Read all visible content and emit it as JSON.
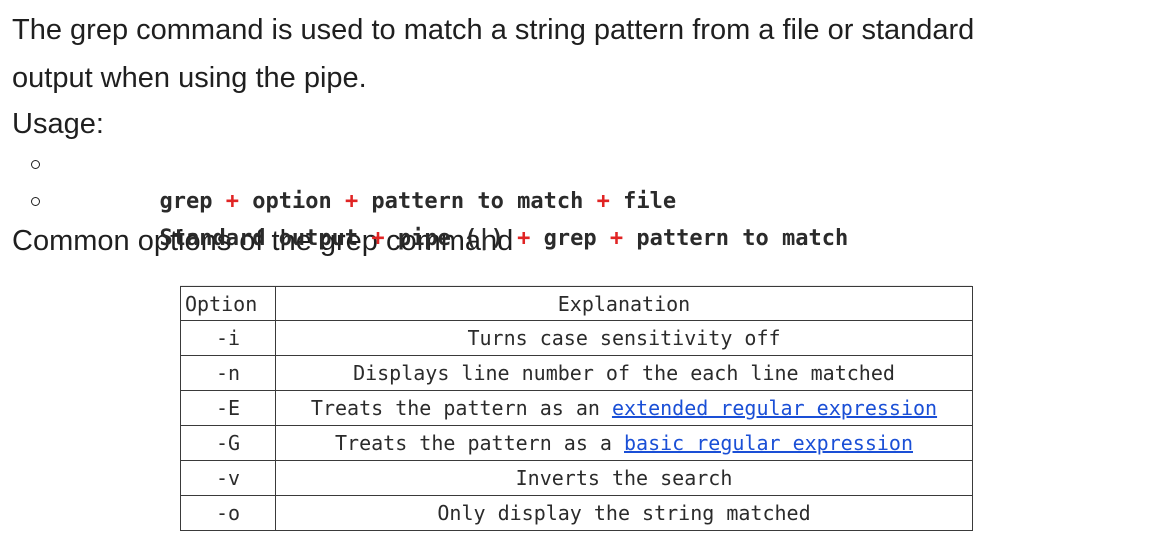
{
  "intro": {
    "line1": "The grep command is used to match a string pattern from a file or standard",
    "line2": "output when using the pipe."
  },
  "usage_label": "Usage:",
  "usage_items": [
    {
      "parts": [
        "grep ",
        "+",
        " option ",
        "+",
        " pattern to match ",
        "+",
        " file"
      ]
    },
    {
      "parts": [
        "Standard output ",
        "+",
        " pipe (|) ",
        "+",
        " grep ",
        "+",
        " pattern to match"
      ]
    }
  ],
  "section_heading": "Common options of the grep command",
  "table": {
    "headers": [
      "Option",
      "Explanation"
    ],
    "rows": [
      {
        "option": "-i",
        "pre": "Turns case sensitivity off",
        "link": "",
        "post": ""
      },
      {
        "option": "-n",
        "pre": "Displays line number of the each line matched",
        "link": "",
        "post": ""
      },
      {
        "option": "-E",
        "pre": "Treats the pattern as an ",
        "link": "extended regular expression",
        "post": ""
      },
      {
        "option": "-G",
        "pre": "Treats the pattern as a ",
        "link": "basic regular expression",
        "post": ""
      },
      {
        "option": "-v",
        "pre": "Inverts the search",
        "link": "",
        "post": ""
      },
      {
        "option": "-o",
        "pre": "Only display the string matched",
        "link": "",
        "post": ""
      }
    ]
  },
  "colors": {
    "plus": "#e02424",
    "link": "#1a4fd6"
  }
}
